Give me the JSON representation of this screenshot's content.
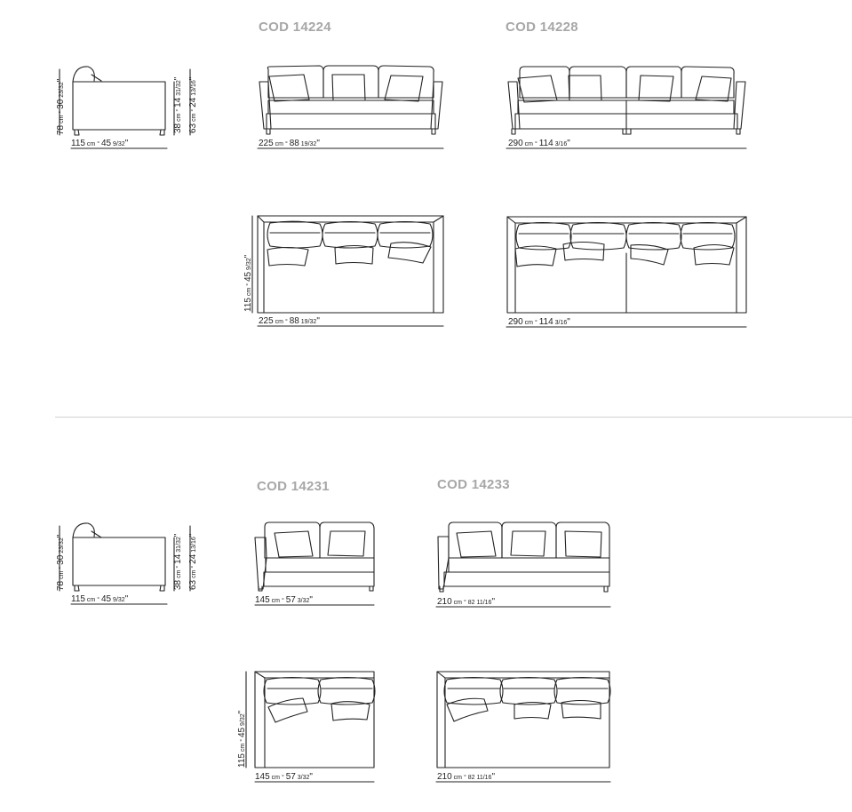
{
  "section1": {
    "codes": [
      "COD 14224",
      "COD 14228"
    ],
    "side_view": {
      "height_total": "78",
      "height_total_in": "30",
      "height_total_frac": "23/32",
      "depth": "115",
      "depth_in": "45",
      "depth_frac": "9/32",
      "arm_h": "38",
      "arm_h_in": "14",
      "arm_h_frac": "31/32",
      "seat_h": "63",
      "seat_h_in": "24",
      "seat_h_frac": "13/16"
    },
    "sofa_a": {
      "width": "225",
      "width_in": "88",
      "width_frac": "19/32"
    },
    "sofa_b": {
      "width": "290",
      "width_in": "114",
      "width_frac": "3/16"
    },
    "plan_depth": {
      "cm": "115",
      "in": "45",
      "frac": "9/32"
    }
  },
  "section2": {
    "codes": [
      "COD 14231",
      "COD 14233"
    ],
    "side_view": {
      "height_total": "78",
      "height_total_in": "30",
      "height_total_frac": "23/32",
      "depth": "115",
      "depth_in": "45",
      "depth_frac": "9/32",
      "arm_h": "38",
      "arm_h_in": "14",
      "arm_h_frac": "31/32",
      "seat_h": "63",
      "seat_h_in": "24",
      "seat_h_frac": "13/16"
    },
    "sofa_c": {
      "width": "145",
      "width_in": "57",
      "width_frac": "3/32"
    },
    "sofa_d": {
      "width": "210",
      "width_in": "82",
      "width_frac": "11/16"
    },
    "plan_depth": {
      "cm": "115",
      "in": "45",
      "frac": "9/32"
    }
  },
  "units": {
    "cm": "cm",
    "sep": "°"
  },
  "colors": {
    "code_text": "#a7a7a7",
    "line": "#222222",
    "divider": "#d0d0d0"
  }
}
